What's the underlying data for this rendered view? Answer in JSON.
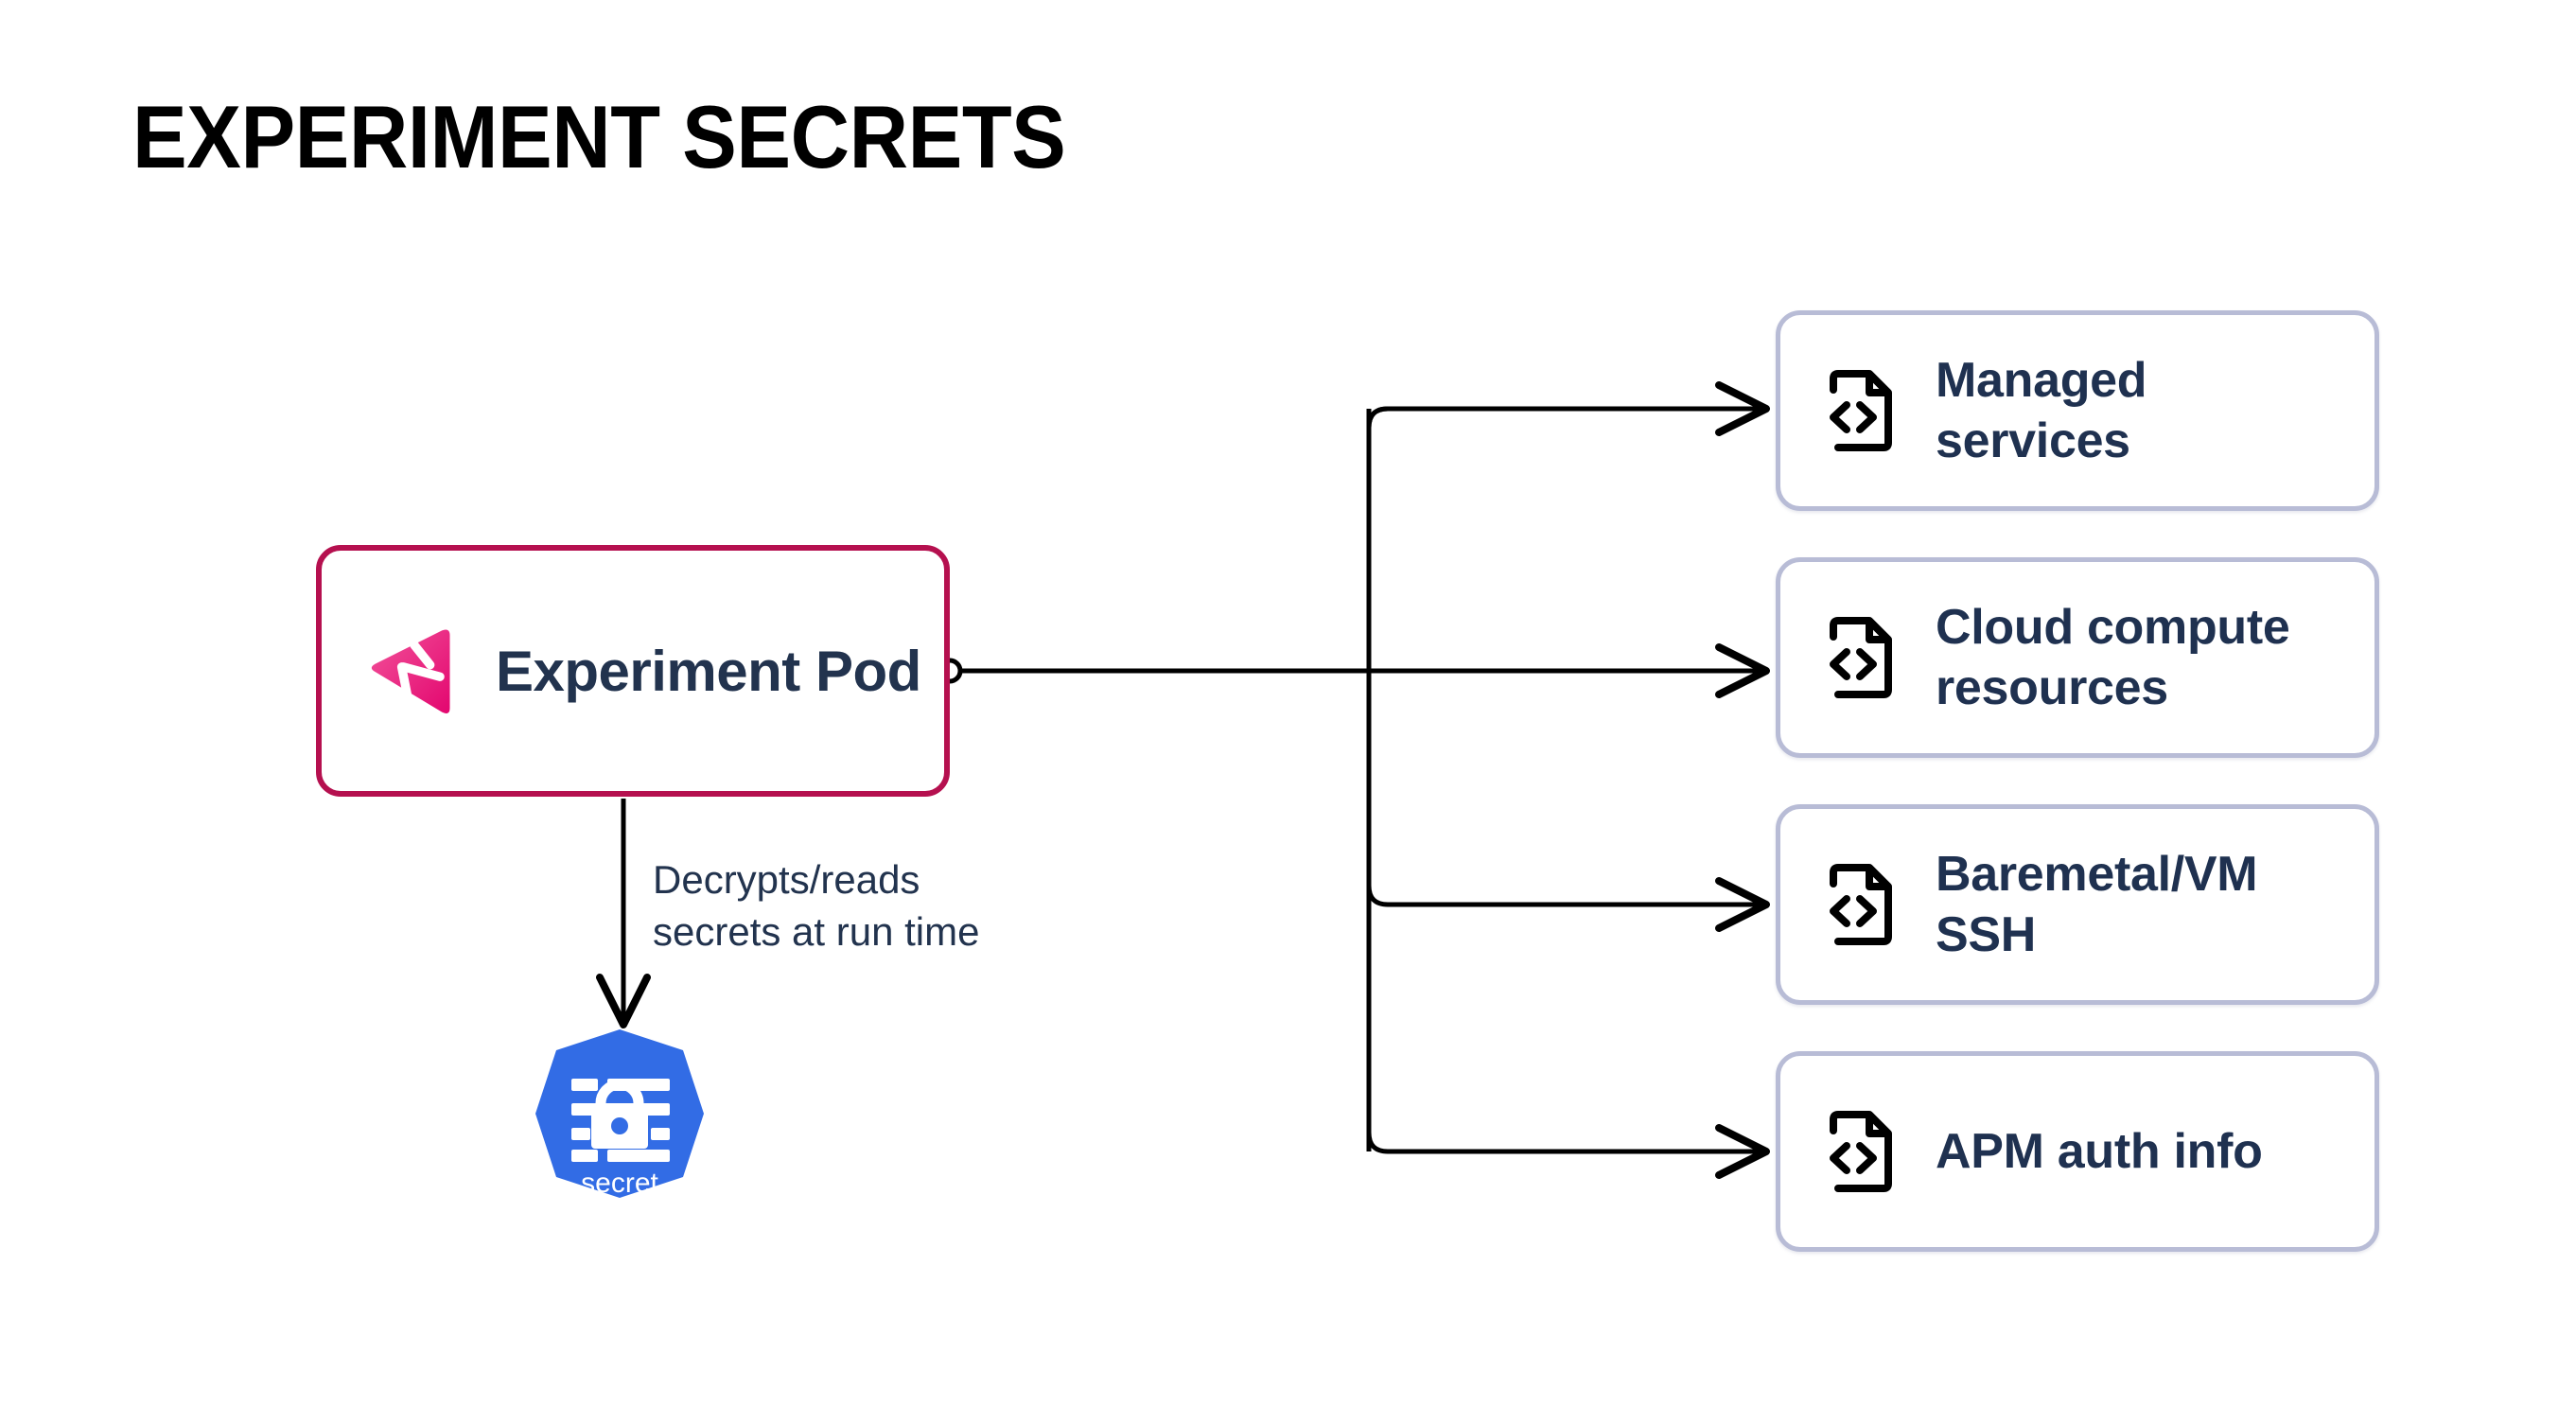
{
  "page": {
    "title": "EXPERIMENT SECRETS",
    "background_color": "#ffffff"
  },
  "colors": {
    "pod_border": "#b5104f",
    "pod_logo_pink_light": "#f2539a",
    "pod_logo_pink_dark": "#e3066f",
    "card_border": "#b8bcd6",
    "text_navy": "#1f3150",
    "connector": "#000000",
    "kubernetes_blue": "#326ce5"
  },
  "source_node": {
    "label": "Experiment Pod",
    "logo_name": "gremlin-logo",
    "port_name": "output-port"
  },
  "edge_annotation": {
    "line1": "Decrypts/reads",
    "line2": "secrets at run time"
  },
  "secret_node": {
    "label": "secret",
    "icon_name": "kubernetes-secret-icon"
  },
  "targets": [
    {
      "label_line1": "Managed",
      "label_line2": "services",
      "icon_name": "file-code-icon"
    },
    {
      "label_line1": "Cloud compute",
      "label_line2": "resources",
      "icon_name": "file-code-icon"
    },
    {
      "label_line1": "Baremetal/VM",
      "label_line2": "SSH",
      "icon_name": "file-code-icon"
    },
    {
      "label_line1": "APM auth info",
      "label_line2": "",
      "icon_name": "file-code-icon"
    }
  ]
}
